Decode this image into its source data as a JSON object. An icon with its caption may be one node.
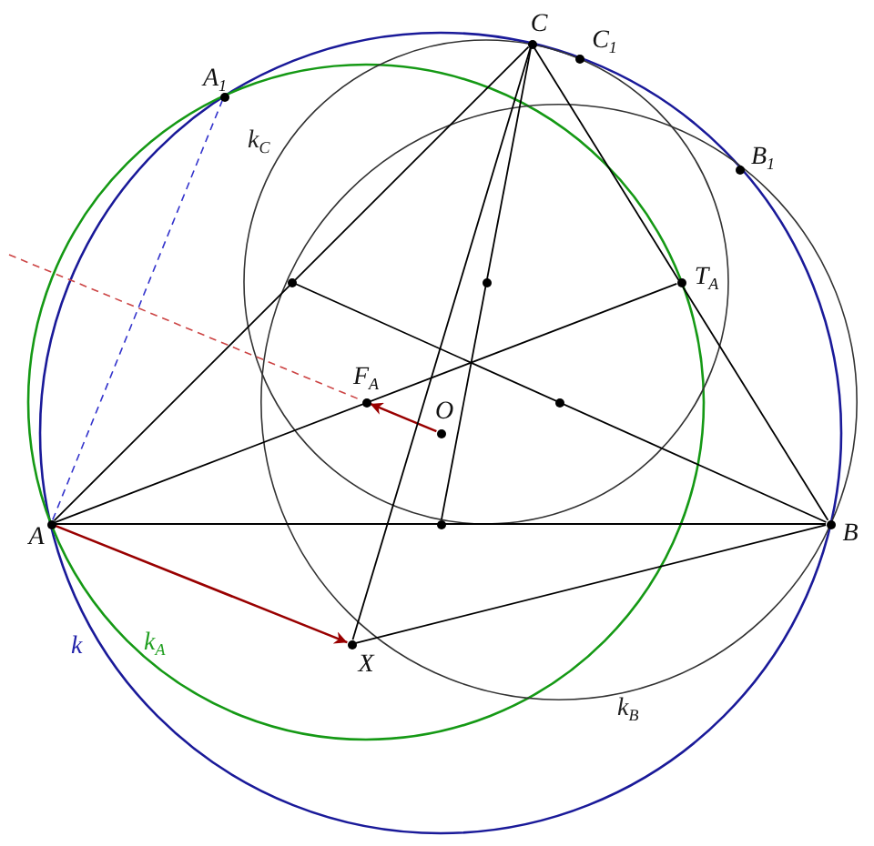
{
  "diagram": {
    "nodes": [
      {
        "text": [
          "C"
        ]
      },
      {
        "text": [
          "C$_{1}$"
        ]
      },
      {
        "text": [
          "A$_{1}$"
        ]
      },
      {
        "text": [
          "B$_{1}$"
        ]
      },
      {
        "text": [],
        "shape": "circle"
      },
      {
        "text": [],
        "shape": "circle"
      },
      {
        "text": [
          "T$_{A}$"
        ]
      },
      {
        "text": [
          "F$_{A}$"
        ]
      },
      {
        "text": [
          "O"
        ]
      },
      {
        "text": [],
        "shape": "circle"
      },
      {
        "text": [
          "A"
        ]
      },
      {
        "text": [],
        "shape": "circle"
      },
      {
        "text": [
          "B"
        ]
      },
      {
        "text": [
          "X"
        ]
      }
    ],
    "edges": [
      {
        "from": 10,
        "to": 0,
        "arrow": "none"
      },
      {
        "from": 0,
        "to": 12,
        "arrow": "none"
      },
      {
        "from": 10,
        "to": 12,
        "arrow": "none"
      },
      {
        "from": 10,
        "to": 13,
        "arrow": "to",
        "color": "#990000"
      },
      {
        "from": 8,
        "to": 7,
        "arrow": "to",
        "color": "#990000"
      },
      {
        "from": null,
        "to": 7,
        "arrow": "none",
        "style": "dashed",
        "color": "#cc4444"
      },
      {
        "from": 10,
        "to": 2,
        "arrow": "none",
        "style": "dashed",
        "color": "#3333cc"
      },
      {
        "from": 10,
        "to": 6,
        "arrow": "none"
      },
      {
        "from": 4,
        "to": 12,
        "arrow": "none"
      },
      {
        "from": 0,
        "to": 11,
        "arrow": "none"
      },
      {
        "from": 0,
        "to": 13,
        "arrow": "none"
      },
      {
        "from": 13,
        "to": 12,
        "arrow": "none"
      }
    ],
    "labels": [
      "k$_{C}$",
      "k",
      "k$_{A}$",
      "k$_{B}$"
    ]
  }
}
